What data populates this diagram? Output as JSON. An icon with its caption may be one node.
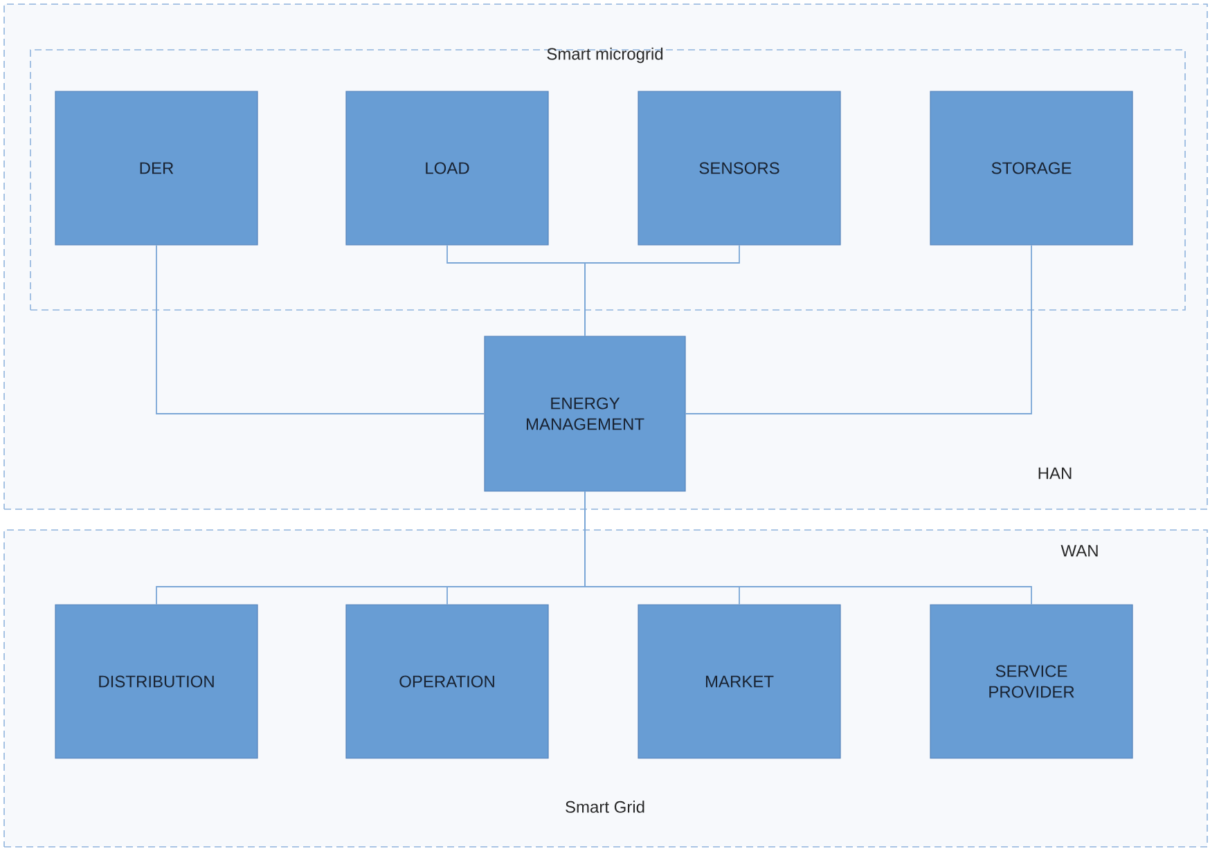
{
  "diagram": {
    "nodes": [
      {
        "text": [
          "HAN"
        ]
      },
      {
        "text": [
          "Smart microgrid"
        ],
        "in": 0
      },
      {
        "text": [
          "DER"
        ],
        "in": 1
      },
      {
        "text": [
          "LOAD"
        ],
        "in": 1
      },
      {
        "text": [
          "SENSORS"
        ],
        "in": 1
      },
      {
        "text": [
          "STORAGE"
        ],
        "in": 1
      },
      {
        "text": [
          "ENERGY MANAGEMENT"
        ],
        "in": 0
      },
      {
        "text": [
          "WAN",
          "Smart Grid"
        ]
      },
      {
        "text": [
          "DISTRIBUTION"
        ],
        "in": 7
      },
      {
        "text": [
          "OPERATION"
        ],
        "in": 7
      },
      {
        "text": [
          "MARKET"
        ],
        "in": 7
      },
      {
        "text": [
          "SERVICE PROVIDER"
        ],
        "in": 7
      }
    ],
    "edges": [
      {
        "from": 2,
        "to": 6,
        "arrow": "none"
      },
      {
        "from": 3,
        "to": 6,
        "arrow": "none"
      },
      {
        "from": 4,
        "to": 6,
        "arrow": "none"
      },
      {
        "from": 5,
        "to": 6,
        "arrow": "none"
      },
      {
        "from": 6,
        "to": 8,
        "arrow": "none"
      },
      {
        "from": 6,
        "to": 9,
        "arrow": "none"
      },
      {
        "from": 6,
        "to": 10,
        "arrow": "none"
      },
      {
        "from": 6,
        "to": 11,
        "arrow": "none"
      }
    ]
  }
}
